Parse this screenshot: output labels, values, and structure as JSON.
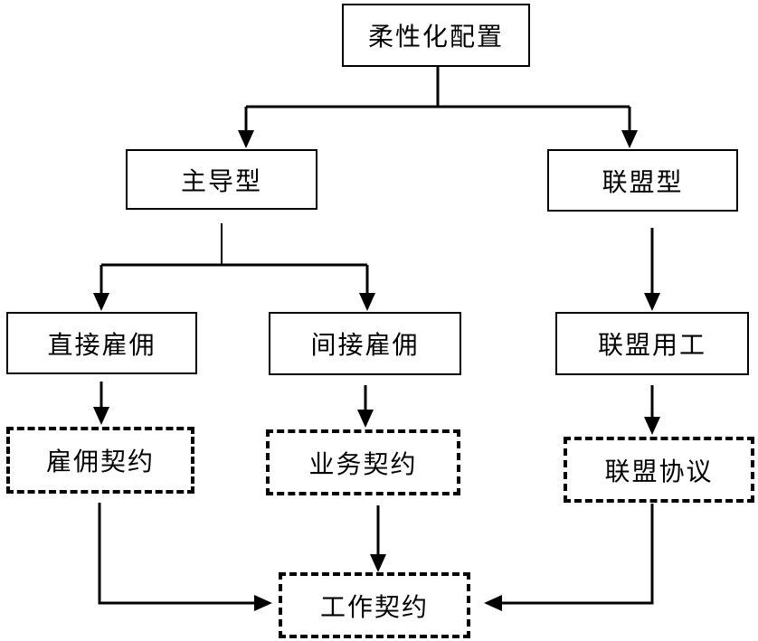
{
  "nodes": {
    "root": "柔性化配置",
    "leading": "主导型",
    "alliance": "联盟型",
    "direct_hire": "直接雇佣",
    "indirect_hire": "间接雇佣",
    "alliance_labor": "联盟用工",
    "employment_contract": "雇佣契约",
    "business_contract": "业务契约",
    "alliance_agreement": "联盟协议",
    "work_contract": "工作契约"
  }
}
